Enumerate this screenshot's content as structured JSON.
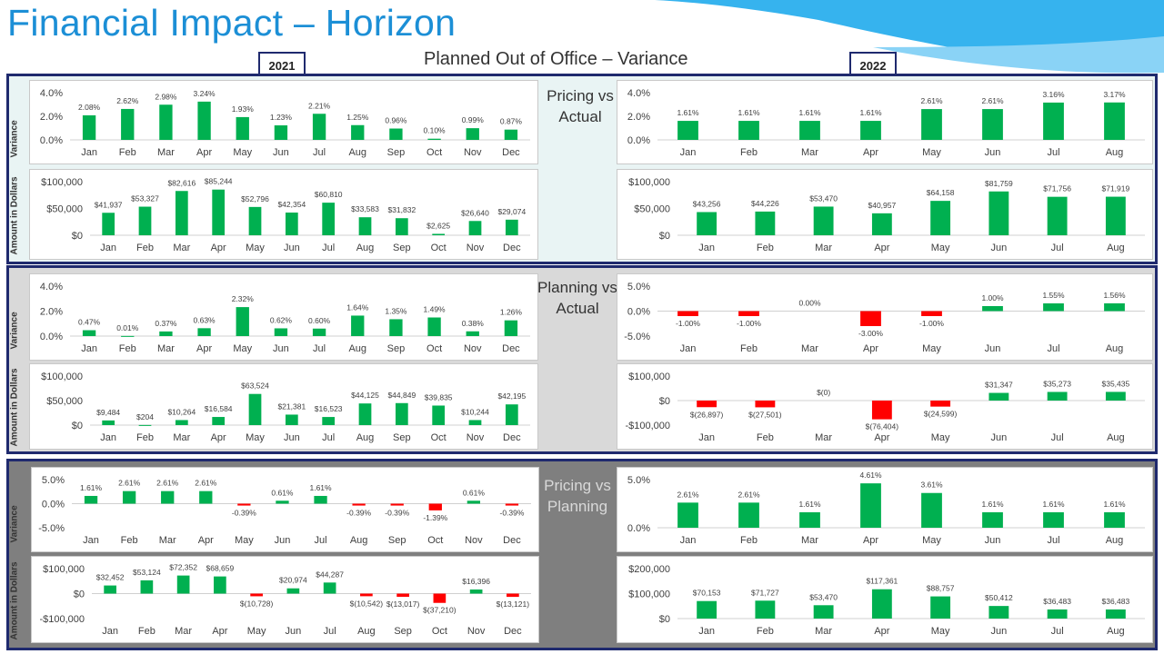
{
  "title": "Financial Impact – Horizon",
  "subtitle": "Planned Out of Office – Variance",
  "years": [
    "2021",
    "2022"
  ],
  "axis_labels": {
    "variance": "Variance",
    "amount": "Amount in Dollars"
  },
  "colors": {
    "positive": "#00b050",
    "negative": "#ff0000",
    "border": "#1f2a6e",
    "accent": "#1c8fd6"
  },
  "sections": [
    {
      "label": "Pricing vs\nActual",
      "background": "#e9f4f4",
      "label_color": "#333333",
      "charts": {
        "variance_2021": {
          "type": "bar",
          "categories": [
            "Jan",
            "Feb",
            "Mar",
            "Apr",
            "May",
            "Jun",
            "Jul",
            "Aug",
            "Sep",
            "Oct",
            "Nov",
            "Dec"
          ],
          "values": [
            2.08,
            2.62,
            2.98,
            3.24,
            1.93,
            1.23,
            2.21,
            1.25,
            0.96,
            0.1,
            0.99,
            0.87
          ],
          "labels": [
            "2.08%",
            "2.62%",
            "2.98%",
            "3.24%",
            "1.93%",
            "1.23%",
            "2.21%",
            "1.25%",
            "0.96%",
            "0.10%",
            "0.99%",
            "0.87%"
          ],
          "ticks": [
            4,
            2,
            0
          ],
          "tick_labels": [
            "4.0%",
            "2.0%",
            "0.0%"
          ],
          "ylim": [
            0,
            4
          ]
        },
        "variance_2022": {
          "type": "bar",
          "categories": [
            "Jan",
            "Feb",
            "Mar",
            "Apr",
            "May",
            "Jun",
            "Jul",
            "Aug"
          ],
          "values": [
            1.61,
            1.61,
            1.61,
            1.61,
            2.61,
            2.61,
            3.16,
            3.17
          ],
          "labels": [
            "1.61%",
            "1.61%",
            "1.61%",
            "1.61%",
            "2.61%",
            "2.61%",
            "3.16%",
            "3.17%"
          ],
          "ticks": [
            4,
            2,
            0
          ],
          "tick_labels": [
            "4.0%",
            "2.0%",
            "0.0%"
          ],
          "ylim": [
            0,
            4
          ]
        },
        "amount_2021": {
          "type": "bar",
          "categories": [
            "Jan",
            "Feb",
            "Mar",
            "Apr",
            "May",
            "Jun",
            "Jul",
            "Aug",
            "Sep",
            "Oct",
            "Nov",
            "Dec"
          ],
          "values": [
            41937,
            53327,
            82616,
            85244,
            52796,
            42354,
            60810,
            33583,
            31832,
            2625,
            26640,
            29074
          ],
          "labels": [
            "$41,937",
            "$53,327",
            "$82,616",
            "$85,244",
            "$52,796",
            "$42,354",
            "$60,810",
            "$33,583",
            "$31,832",
            "$2,625",
            "$26,640",
            "$29,074"
          ],
          "ticks": [
            100000,
            50000,
            0
          ],
          "tick_labels": [
            "$100,000",
            "$50,000",
            "$0"
          ],
          "ylim": [
            0,
            100000
          ]
        },
        "amount_2022": {
          "type": "bar",
          "categories": [
            "Jan",
            "Feb",
            "Mar",
            "Apr",
            "May",
            "Jun",
            "Jul",
            "Aug"
          ],
          "values": [
            43256,
            44226,
            53470,
            40957,
            64158,
            81759,
            71756,
            71919
          ],
          "labels": [
            "$43,256",
            "$44,226",
            "$53,470",
            "$40,957",
            "$64,158",
            "$81,759",
            "$71,756",
            "$71,919"
          ],
          "ticks": [
            100000,
            50000,
            0
          ],
          "tick_labels": [
            "$100,000",
            "$50,000",
            "$0"
          ],
          "ylim": [
            0,
            100000
          ]
        }
      }
    },
    {
      "label": "Planning vs\nActual",
      "background": "#d9d9d9",
      "label_color": "#333333",
      "charts": {
        "variance_2021": {
          "type": "bar",
          "categories": [
            "Jan",
            "Feb",
            "Mar",
            "Apr",
            "May",
            "Jun",
            "Jul",
            "Aug",
            "Sep",
            "Oct",
            "Nov",
            "Dec"
          ],
          "values": [
            0.47,
            0.01,
            0.37,
            0.63,
            2.32,
            0.62,
            0.6,
            1.64,
            1.35,
            1.49,
            0.38,
            1.26
          ],
          "labels": [
            "0.47%",
            "0.01%",
            "0.37%",
            "0.63%",
            "2.32%",
            "0.62%",
            "0.60%",
            "1.64%",
            "1.35%",
            "1.49%",
            "0.38%",
            "1.26%"
          ],
          "ticks": [
            4,
            2,
            0
          ],
          "tick_labels": [
            "4.0%",
            "2.0%",
            "0.0%"
          ],
          "ylim": [
            0,
            4
          ]
        },
        "variance_2022": {
          "type": "bar",
          "categories": [
            "Jan",
            "Feb",
            "Mar",
            "Apr",
            "May",
            "Jun",
            "Jul",
            "Aug"
          ],
          "values": [
            -1.0,
            -1.0,
            0.0,
            -3.0,
            -1.0,
            1.0,
            1.55,
            1.56
          ],
          "labels": [
            "-1.00%",
            "-1.00%",
            "0.00%",
            "-3.00%",
            "-1.00%",
            "1.00%",
            "1.55%",
            "1.56%"
          ],
          "ticks": [
            5,
            0,
            -5
          ],
          "tick_labels": [
            "5.0%",
            "0.0%",
            "-5.0%"
          ],
          "ylim": [
            -5,
            5
          ]
        },
        "amount_2021": {
          "type": "bar",
          "categories": [
            "Jan",
            "Feb",
            "Mar",
            "Apr",
            "May",
            "Jun",
            "Jul",
            "Aug",
            "Sep",
            "Oct",
            "Nov",
            "Dec"
          ],
          "values": [
            9484,
            204,
            10264,
            16584,
            63524,
            21381,
            16523,
            44125,
            44849,
            39835,
            10244,
            42195
          ],
          "labels": [
            "$9,484",
            "$204",
            "$10,264",
            "$16,584",
            "$63,524",
            "$21,381",
            "$16,523",
            "$44,125",
            "$44,849",
            "$39,835",
            "$10,244",
            "$42,195"
          ],
          "ticks": [
            100000,
            50000,
            0
          ],
          "tick_labels": [
            "$100,000",
            "$50,000",
            "$0"
          ],
          "ylim": [
            0,
            100000
          ]
        },
        "amount_2022": {
          "type": "bar",
          "categories": [
            "Jan",
            "Feb",
            "Mar",
            "Apr",
            "May",
            "Jun",
            "Jul",
            "Aug"
          ],
          "values": [
            -26897,
            -27501,
            0,
            -76404,
            -24599,
            31347,
            35273,
            35435
          ],
          "labels": [
            "$(26,897)",
            "$(27,501)",
            "$(0)",
            "$(76,404)",
            "$(24,599)",
            "$31,347",
            "$35,273",
            "$35,435"
          ],
          "ticks": [
            100000,
            0,
            -100000
          ],
          "tick_labels": [
            "$100,000",
            "$0",
            "-$100,000"
          ],
          "ylim": [
            -100000,
            100000
          ]
        }
      }
    },
    {
      "label": "Pricing vs\nPlanning",
      "background": "#7f7f7f",
      "label_color": "#d9d9d9",
      "charts": {
        "variance_2021": {
          "type": "bar",
          "categories": [
            "Jan",
            "Feb",
            "Mar",
            "Apr",
            "May",
            "Jun",
            "Jul",
            "Aug",
            "Sep",
            "Oct",
            "Nov",
            "Dec"
          ],
          "values": [
            1.61,
            2.61,
            2.61,
            2.61,
            -0.39,
            0.61,
            1.61,
            -0.39,
            -0.39,
            -1.39,
            0.61,
            -0.39
          ],
          "labels": [
            "1.61%",
            "2.61%",
            "2.61%",
            "2.61%",
            "-0.39%",
            "0.61%",
            "1.61%",
            "-0.39%",
            "-0.39%",
            "-1.39%",
            "0.61%",
            "-0.39%"
          ],
          "ticks": [
            5,
            0,
            -5
          ],
          "tick_labels": [
            "5.0%",
            "0.0%",
            "-5.0%"
          ],
          "ylim": [
            -5,
            5
          ]
        },
        "variance_2022": {
          "type": "bar",
          "categories": [
            "Jan",
            "Feb",
            "Mar",
            "Apr",
            "May",
            "Jun",
            "Jul",
            "Aug"
          ],
          "values": [
            2.61,
            2.61,
            1.61,
            4.61,
            3.61,
            1.61,
            1.61,
            1.61
          ],
          "labels": [
            "2.61%",
            "2.61%",
            "1.61%",
            "4.61%",
            "3.61%",
            "1.61%",
            "1.61%",
            "1.61%"
          ],
          "ticks": [
            5,
            0
          ],
          "tick_labels": [
            "5.0%",
            "0.0%"
          ],
          "ylim": [
            0,
            5
          ]
        },
        "amount_2021": {
          "type": "bar",
          "categories": [
            "Jan",
            "Feb",
            "Mar",
            "Apr",
            "May",
            "Jun",
            "Jul",
            "Aug",
            "Sep",
            "Oct",
            "Nov",
            "Dec"
          ],
          "values": [
            32452,
            53124,
            72352,
            68659,
            -10728,
            20974,
            44287,
            -10542,
            -13017,
            -37210,
            16396,
            -13121
          ],
          "labels": [
            "$32,452",
            "$53,124",
            "$72,352",
            "$68,659",
            "$(10,728)",
            "$20,974",
            "$44,287",
            "$(10,542)",
            "$(13,017)",
            "$(37,210)",
            "$16,396",
            "$(13,121)"
          ],
          "ticks": [
            100000,
            0,
            -100000
          ],
          "tick_labels": [
            "$100,000",
            "$0",
            "-$100,000"
          ],
          "ylim": [
            -100000,
            100000
          ]
        },
        "amount_2022": {
          "type": "bar",
          "categories": [
            "Jan",
            "Feb",
            "Mar",
            "Apr",
            "May",
            "Jun",
            "Jul",
            "Aug"
          ],
          "values": [
            70153,
            71727,
            53470,
            117361,
            88757,
            50412,
            36483,
            36483
          ],
          "labels": [
            "$70,153",
            "$71,727",
            "$53,470",
            "$117,361",
            "$88,757",
            "$50,412",
            "$36,483",
            "$36,483"
          ],
          "ticks": [
            200000,
            100000,
            0
          ],
          "tick_labels": [
            "$200,000",
            "$100,000",
            "$0"
          ],
          "ylim": [
            0,
            200000
          ]
        }
      }
    }
  ]
}
